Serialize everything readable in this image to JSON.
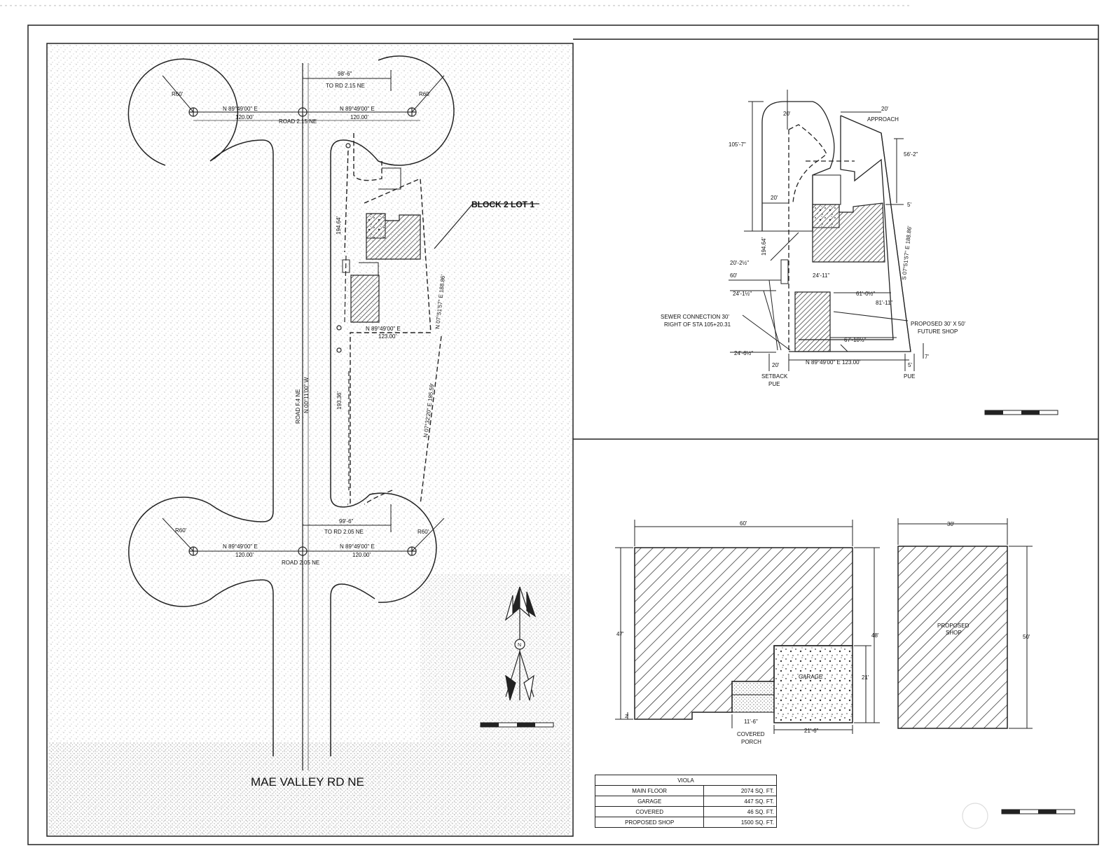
{
  "site_plan": {
    "top_road": "ROAD 2.15 NE",
    "top_to_road": "TO RD 2.15 NE",
    "top_left_bearing": "N 89°49'00\" E",
    "top_left_dist": "120.00'",
    "top_right_bearing": "N 89°49'00\" E",
    "top_right_dist": "120.00'",
    "top_radius_left": "R60'",
    "top_radius_right": "R60'",
    "top_dim": "98'-6\"",
    "main_road": "ROAD F.4 NE",
    "main_road_bearing": "N 00°11'00\" W",
    "block_label": "BLOCK 2 LOT 1",
    "lot_upper_left_dist": "194.64'",
    "lot_upper_right": "N 07°51'57\" E  188.86'",
    "lot_mid_bearing": "N 89°49'00\" E",
    "lot_mid_dist": "123.00'",
    "lot_lower_left_dist": "193.36'",
    "lot_lower_right": "N 07°32'20\" E  185.59'",
    "bottom_dim": "99'-6\"",
    "bottom_to_road": "TO RD 2.05 NE",
    "bottom_road": "ROAD 2.05 NE",
    "bottom_left_bearing": "N 89°49'00\" E",
    "bottom_left_dist": "120.00'",
    "bottom_right_bearing": "N 89°49'00\" E",
    "bottom_right_dist": "120.00'",
    "bottom_radius_left": "R60'",
    "bottom_radius_right": "R60'",
    "valley_road": "MAE VALLEY RD NE",
    "north_letter": "N"
  },
  "lot_detail": {
    "dim_top_20": "20'",
    "dim_approach_20": "20'",
    "approach": "APPROACH",
    "dim_105": "105'-7\"",
    "dim_56": "56'-2\"",
    "dim_20_left": "20'",
    "dim_5": "5'",
    "dim_194": "194.64'",
    "bearing_right": "S 07°51'57\" E  188.86'",
    "dim_20_2": "20'-2½\"",
    "dim_60": "60'",
    "dim_24_11": "24'-11\"",
    "dim_24_1": "24'-1½\"",
    "dim_61": "61'-0½\"",
    "dim_81": "81'-11\"",
    "sewer_line1": "SEWER CONNECTION 30'",
    "sewer_line2": "RIGHT OF STA 105+20.31",
    "shop_line1": "PROPOSED 30' X 50'",
    "shop_line2": "FUTURE SHOP",
    "dim_67": "67'-10½\"",
    "dim_24_6": "24'-6½\"",
    "dim_7": "7'",
    "bottom_bearing": "N 89°49'00\" E  123.00'",
    "dim_20_bottom": "20'",
    "dim_5_bottom": "5'",
    "setback": "SETBACK",
    "pue_left": "PUE",
    "pue_right": "PUE"
  },
  "floor_plan": {
    "house_width": "60'",
    "house_left_depth": "47'",
    "house_right_depth": "48'",
    "porch_step": "2'",
    "garage_label": "GARAGE",
    "garage_depth": "21'",
    "garage_width": "21'-6\"",
    "porch_width": "11'-6\"",
    "porch_line1": "COVERED",
    "porch_line2": "PORCH",
    "shop_width": "30'",
    "shop_depth": "50'",
    "shop_line1": "PROPOSED",
    "shop_line2": "SHOP"
  },
  "area_table": {
    "title": "VIOLA",
    "rows": [
      {
        "name": "MAIN FLOOR",
        "value": "2074 SQ. FT."
      },
      {
        "name": "GARAGE",
        "value": "447 SQ. FT."
      },
      {
        "name": "COVERED",
        "value": "46 SQ. FT."
      },
      {
        "name": "PROPOSED SHOP",
        "value": "1500 SQ. FT."
      }
    ]
  }
}
